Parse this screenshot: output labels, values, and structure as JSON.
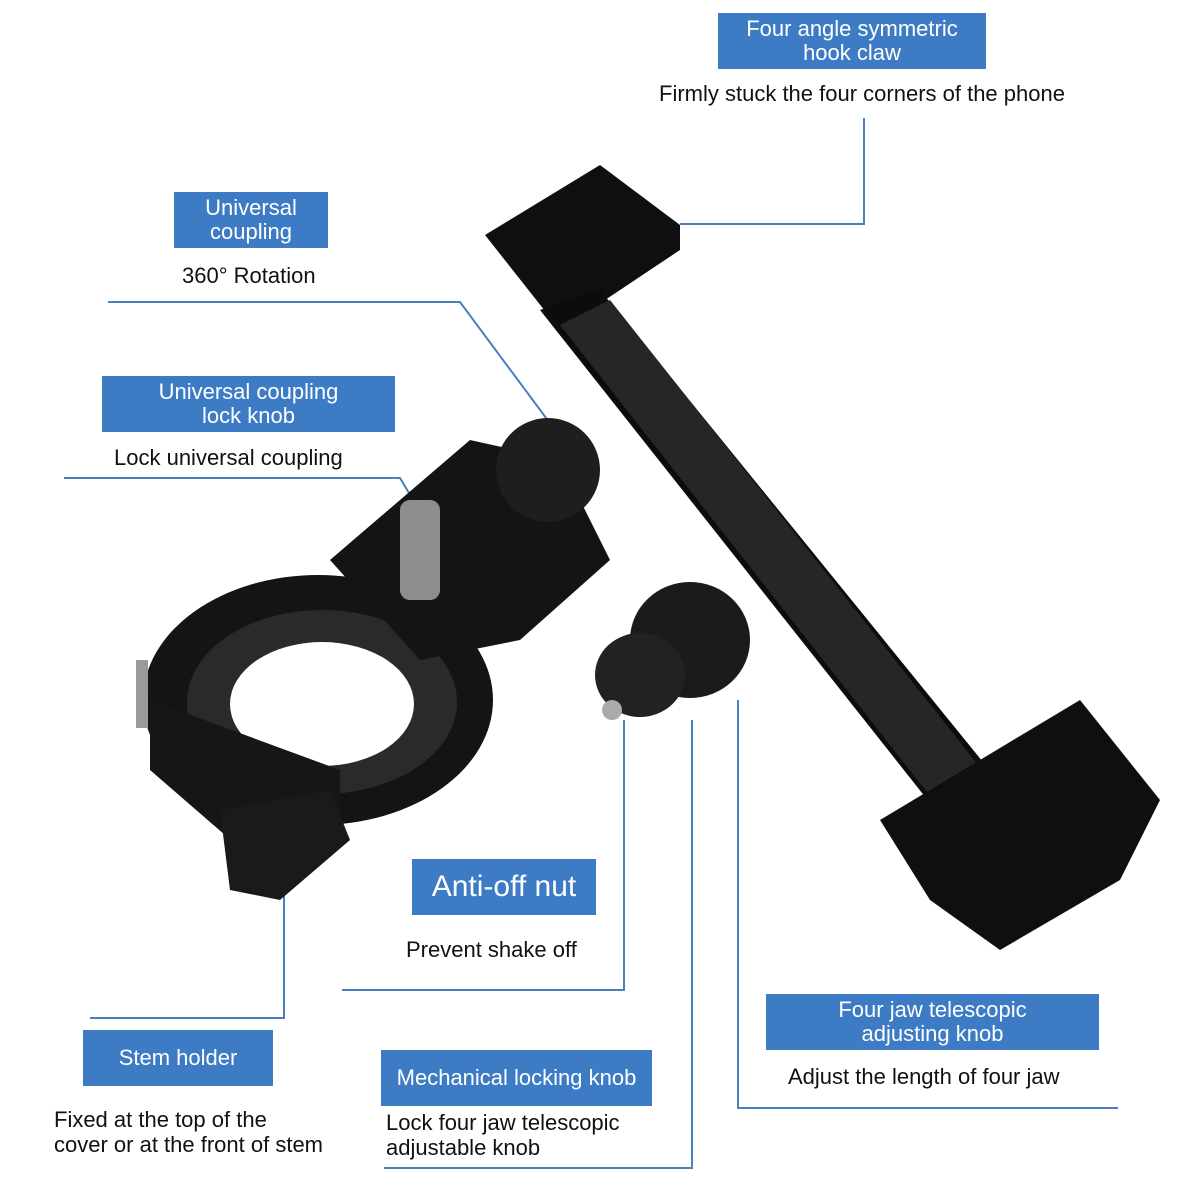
{
  "labels": {
    "hook_claw": {
      "title": "Four angle symmetric\nhook claw",
      "desc": "Firmly stuck the four corners of the phone"
    },
    "universal_coupling": {
      "title": "Universal\ncoupling",
      "desc": "360° Rotation"
    },
    "coupling_lock_knob": {
      "title": "Universal coupling\nlock knob",
      "desc": "Lock universal coupling"
    },
    "anti_off_nut": {
      "title": "Anti-off nut",
      "desc": "Prevent shake off"
    },
    "stem_holder": {
      "title": "Stem holder",
      "desc": "Fixed at the top of the\ncover or at the front of stem"
    },
    "mechanical_knob": {
      "title": "Mechanical locking knob",
      "desc": "Lock four jaw telescopic\nadjustable knob"
    },
    "four_jaw_knob": {
      "title": "Four jaw telescopic\nadjusting knob",
      "desc": "Adjust the length of four jaw"
    }
  },
  "colors": {
    "label_bg": "#3d7cc4",
    "leader_line": "#4a7fc0",
    "product": "#101010"
  }
}
